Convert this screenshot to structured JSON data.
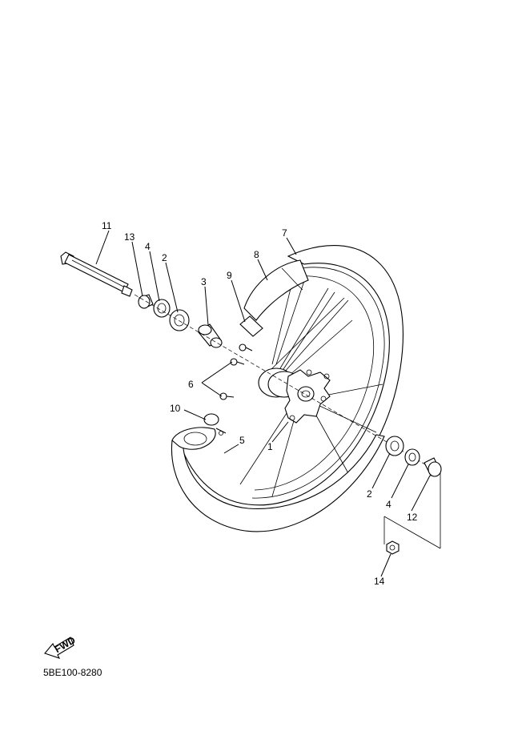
{
  "diagram": {
    "code": "5BE100-8280",
    "fwd_label": "FWD",
    "callouts": [
      {
        "id": "c11",
        "label": "11"
      },
      {
        "id": "c13",
        "label": "13"
      },
      {
        "id": "c4a",
        "label": "4"
      },
      {
        "id": "c2a",
        "label": "2"
      },
      {
        "id": "c3",
        "label": "3"
      },
      {
        "id": "c9",
        "label": "9"
      },
      {
        "id": "c8",
        "label": "8"
      },
      {
        "id": "c7",
        "label": "7"
      },
      {
        "id": "c6",
        "label": "6"
      },
      {
        "id": "c10",
        "label": "10"
      },
      {
        "id": "c5",
        "label": "5"
      },
      {
        "id": "c1",
        "label": "1"
      },
      {
        "id": "c2b",
        "label": "2"
      },
      {
        "id": "c4b",
        "label": "4"
      },
      {
        "id": "c12",
        "label": "12"
      },
      {
        "id": "c14",
        "label": "14"
      }
    ]
  }
}
